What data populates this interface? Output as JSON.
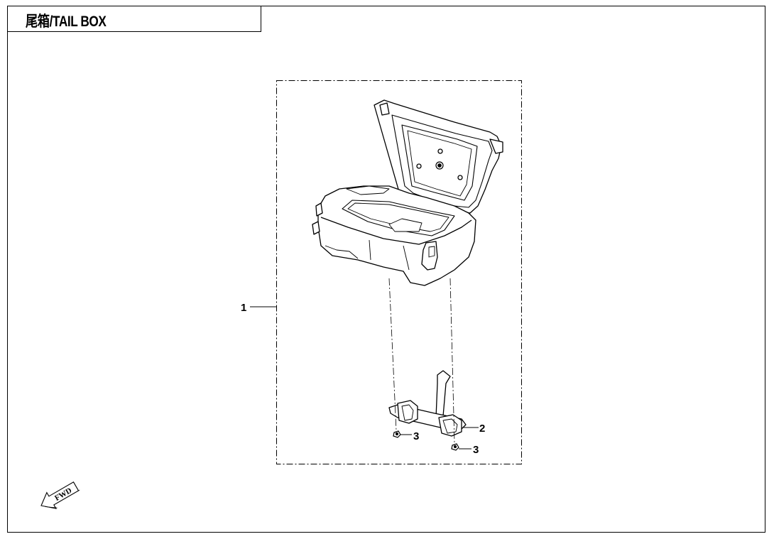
{
  "title": "尾箱/TAIL BOX",
  "callouts": {
    "c1": "1",
    "c2": "2",
    "c3a": "3",
    "c3b": "3"
  },
  "fwd_label": "FWD",
  "icons": {
    "fwd_arrow": "fwd-arrow-icon"
  }
}
